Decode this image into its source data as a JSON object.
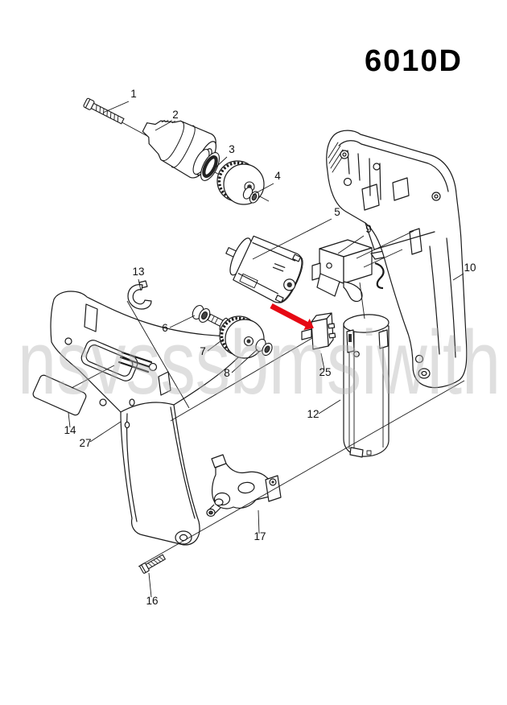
{
  "title": "6010D",
  "watermark": "nsvsssbmsiwith",
  "labels": {
    "p1": "1",
    "p2": "2",
    "p3": "3",
    "p4": "4",
    "p5": "5",
    "p6": "6",
    "p7": "7",
    "p8": "8",
    "p9": "9",
    "p10": "10",
    "p12": "12",
    "p13": "13",
    "p14": "14",
    "p16": "16",
    "p17": "17",
    "p25": "25",
    "p27": "27"
  },
  "colors": {
    "arrow": "#e60914",
    "line": "#1a1a1a",
    "watermark": "#b5b5b5"
  }
}
